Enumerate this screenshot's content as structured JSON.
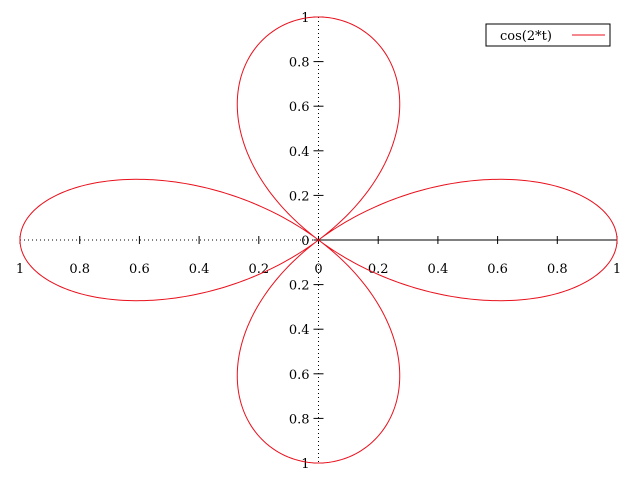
{
  "chart_data": {
    "type": "line",
    "title": "",
    "xlabel": "",
    "ylabel": "",
    "xlim": [
      -1,
      1
    ],
    "ylim": [
      -1,
      1
    ],
    "grid": false,
    "legend_position": "top-right",
    "axes_through_origin": true,
    "x_ticks": [
      -1,
      -0.8,
      -0.6,
      -0.4,
      -0.2,
      0,
      0.2,
      0.4,
      0.6,
      0.8,
      1
    ],
    "x_tick_labels": [
      "1",
      "0.8",
      "0.6",
      "0.4",
      "0.2",
      "0",
      "0.2",
      "0.4",
      "0.6",
      "0.8",
      "1"
    ],
    "y_ticks": [
      1,
      0.8,
      0.6,
      0.4,
      0.2,
      0,
      -0.2,
      -0.4,
      -0.6,
      -0.8,
      -1
    ],
    "y_tick_labels": [
      "1",
      "0.8",
      "0.6",
      "0.4",
      "0.2",
      "0",
      "0.2",
      "0.4",
      "0.6",
      "0.8",
      "1"
    ],
    "series": [
      {
        "name": "cos(2*t)",
        "polar": true,
        "r_expression": "cos(2*t)",
        "t_range": [
          0,
          6.283185
        ],
        "color": "#e8101c"
      }
    ]
  }
}
